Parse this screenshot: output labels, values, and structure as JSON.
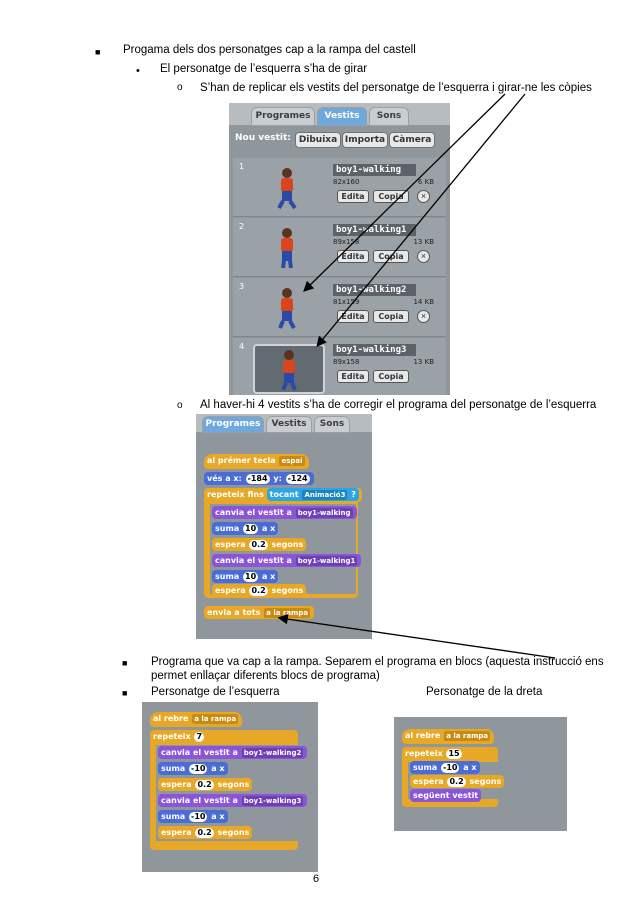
{
  "bullets": {
    "l1": "Progama dels dos personatges cap a la rampa del castell",
    "l2": "El personatge de l’esquerra s’ha de girar",
    "l3": "S’han de replicar els vestits del personatge de l’esquerra i girar-ne les còpies",
    "l4": "Al haver-hi 4 vestits s’ha de corregir el programa del personatge de l’esquerra",
    "l5a": "Programa que va cap a la rampa. Separem el programa en blocs (aquesta instrucció ens",
    "l5b": "permet enllaçar diferents blocs de programa)",
    "l6a": "Personatge de l’esquerra",
    "l6b": "Personatge de la dreta"
  },
  "costumes_panel": {
    "tabs": [
      "Programes",
      "Vestits",
      "Sons"
    ],
    "new_costume_label": "Nou vestit:",
    "buttons": [
      "Dibuixa",
      "Importa",
      "Càmera"
    ],
    "edit_label": "Edita",
    "copy_label": "Copia",
    "delete_icon": "×",
    "costumes": [
      {
        "num": "1",
        "name": "boy1-walking",
        "dims": "82x160",
        "size": "6 KB"
      },
      {
        "num": "2",
        "name": "boy1-walking1",
        "dims": "89x158",
        "size": "13 KB"
      },
      {
        "num": "3",
        "name": "boy1-walking2",
        "dims": "81x159",
        "size": "14 KB"
      },
      {
        "num": "4",
        "name": "boy1-walking3",
        "dims": "89x158",
        "size": "13 KB"
      }
    ]
  },
  "script1": {
    "tabs": [
      "Programes",
      "Vestits",
      "Sons"
    ],
    "hat": "al prémer tecla",
    "hat_key": "espai",
    "goto": "vés a x:",
    "goto_x": "-184",
    "goto_y_label": "y:",
    "goto_y": "-124",
    "repeat_until": "repeteix fins",
    "touching": "tocant",
    "touching_target": "Animació3",
    "q": "?",
    "switch_costume": "canvia el vestit a",
    "costume_a": "boy1-walking",
    "costume_b": "boy1-walking1",
    "change_x": "suma",
    "val10": "10",
    "ax": "a x",
    "wait": "espera",
    "wait_val": "0.2",
    "secs": "segons",
    "broadcast": "envia a tots",
    "broadcast_msg": "a la rampa"
  },
  "script_left": {
    "hat": "al rebre",
    "msg": "a la rampa",
    "repeat": "repeteix",
    "repeat_n": "7",
    "switch_costume": "canvia el vestit a",
    "costume_a": "boy1-walking2",
    "costume_b": "boy1-walking3",
    "change_x": "suma",
    "val": "-10",
    "ax": "a x",
    "wait": "espera",
    "wait_val": "0.2",
    "secs": "segons"
  },
  "script_right": {
    "hat": "al rebre",
    "msg": "a la rampa",
    "repeat": "repeteix",
    "repeat_n": "15",
    "change_x": "suma",
    "val": "-10",
    "ax": "a x",
    "wait": "espera",
    "wait_val": "0.2",
    "secs": "segons",
    "next_costume": "següent vestit"
  },
  "page_number": "6"
}
